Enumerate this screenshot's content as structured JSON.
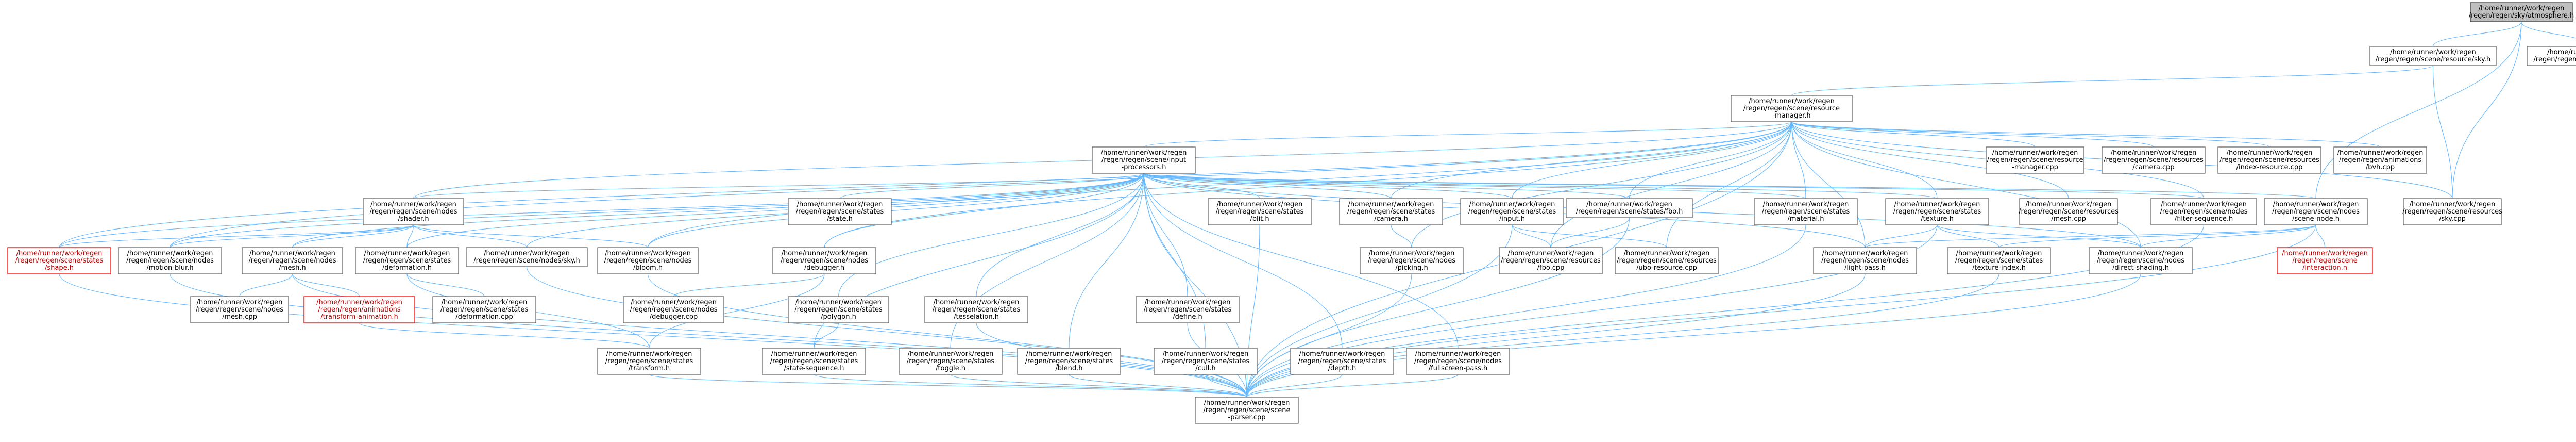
{
  "graph": {
    "colors": {
      "edge": "#63b8ff",
      "node_border": "#666666",
      "root_fill": "#bfbfbf",
      "highlight_border": "#ff0000",
      "highlight_text": "#bf0000"
    },
    "nodes": [
      {
        "id": "root",
        "lines": [
          "/home/runner/work/regen",
          "/regen/regen/sky/atmosphere.h"
        ],
        "style": "root"
      },
      {
        "id": "sky_h",
        "lines": [
          "/home/runner/work/regen",
          "/regen/regen/scene/resource/sky.h"
        ]
      },
      {
        "id": "atmo_cpp",
        "lines": [
          "/home/runner/work/regen",
          "/regen/regen/sky/atmosphere.cpp"
        ]
      },
      {
        "id": "rm_h",
        "lines": [
          "/home/runner/work/regen",
          "/regen/regen/scene/resource",
          "-manager.h"
        ]
      },
      {
        "id": "ip_h",
        "lines": [
          "/home/runner/work/regen",
          "/regen/regen/scene/input",
          "-processors.h"
        ]
      },
      {
        "id": "rm_cpp",
        "lines": [
          "/home/runner/work/regen",
          "/regen/regen/scene/resource",
          "-manager.cpp"
        ]
      },
      {
        "id": "cam_cpp",
        "lines": [
          "/home/runner/work/regen",
          "/regen/regen/scene/resources",
          "/camera.cpp"
        ]
      },
      {
        "id": "idx_cpp",
        "lines": [
          "/home/runner/work/regen",
          "/regen/regen/scene/resources",
          "/index-resource.cpp"
        ]
      },
      {
        "id": "bvh_cpp",
        "lines": [
          "/home/runner/work/regen",
          "/regen/regen/animations",
          "/bvh.cpp"
        ]
      },
      {
        "id": "sky_cpp",
        "lines": [
          "/home/runner/work/regen",
          "/regen/regen/scene/resources",
          "/sky.cpp"
        ]
      },
      {
        "id": "shader_h",
        "lines": [
          "/home/runner/work/regen",
          "/regen/regen/scene/nodes",
          "/shader.h"
        ]
      },
      {
        "id": "st_state_h",
        "lines": [
          "/home/runner/work/regen",
          "/regen/regen/scene/states",
          "/state.h"
        ]
      },
      {
        "id": "blit_h",
        "lines": [
          "/home/runner/work/regen",
          "/regen/regen/scene/states",
          "/blit.h"
        ]
      },
      {
        "id": "camera_h",
        "lines": [
          "/home/runner/work/regen",
          "/regen/regen/scene/states",
          "/camera.h"
        ]
      },
      {
        "id": "input_h",
        "lines": [
          "/home/runner/work/regen",
          "/regen/regen/scene/states",
          "/input.h"
        ]
      },
      {
        "id": "fbo_h",
        "lines": [
          "/home/runner/work/regen",
          "/regen/regen/scene/states/fbo.h"
        ]
      },
      {
        "id": "material_h",
        "lines": [
          "/home/runner/work/regen",
          "/regen/regen/scene/states",
          "/material.h"
        ]
      },
      {
        "id": "texture_h",
        "lines": [
          "/home/runner/work/regen",
          "/regen/regen/scene/states",
          "/texture.h"
        ]
      },
      {
        "id": "mesh_cpp",
        "lines": [
          "/home/runner/work/regen",
          "/regen/regen/scene/resources",
          "/mesh.cpp"
        ]
      },
      {
        "id": "filter_h",
        "lines": [
          "/home/runner/work/regen",
          "/regen/regen/scene/nodes",
          "/filter-sequence.h"
        ]
      },
      {
        "id": "scenenode_h",
        "lines": [
          "/home/runner/work/regen",
          "/regen/regen/scene/nodes",
          "/scene-node.h"
        ]
      },
      {
        "id": "shape_h",
        "lines": [
          "/home/runner/work/regen",
          "/regen/regen/scene/states",
          "/shape.h"
        ],
        "style": "red"
      },
      {
        "id": "motionblur_h",
        "lines": [
          "/home/runner/work/regen",
          "/regen/regen/scene/nodes",
          "/motion-blur.h"
        ]
      },
      {
        "id": "mesh_h",
        "lines": [
          "/home/runner/work/regen",
          "/regen/regen/scene/nodes",
          "/mesh.h"
        ]
      },
      {
        "id": "deform_h",
        "lines": [
          "/home/runner/work/regen",
          "/regen/regen/scene/states",
          "/deformation.h"
        ]
      },
      {
        "id": "skynode_h",
        "lines": [
          "/home/runner/work/regen",
          "/regen/regen/scene/nodes/sky.h"
        ]
      },
      {
        "id": "bloom_h",
        "lines": [
          "/home/runner/work/regen",
          "/regen/regen/scene/nodes",
          "/bloom.h"
        ]
      },
      {
        "id": "debugger_h",
        "lines": [
          "/home/runner/work/regen",
          "/regen/regen/scene/nodes",
          "/debugger.h"
        ]
      },
      {
        "id": "picking_h",
        "lines": [
          "/home/runner/work/regen",
          "/regen/regen/scene/nodes",
          "/picking.h"
        ]
      },
      {
        "id": "fbo_cpp",
        "lines": [
          "/home/runner/work/regen",
          "/regen/regen/scene/resources",
          "/fbo.cpp"
        ]
      },
      {
        "id": "ubo_cpp",
        "lines": [
          "/home/runner/work/regen",
          "/regen/regen/scene/resources",
          "/ubo-resource.cpp"
        ]
      },
      {
        "id": "lightpass_h",
        "lines": [
          "/home/runner/work/regen",
          "/regen/regen/scene/nodes",
          "/light-pass.h"
        ]
      },
      {
        "id": "texidx_h",
        "lines": [
          "/home/runner/work/regen",
          "/regen/regen/scene/states",
          "/texture-index.h"
        ]
      },
      {
        "id": "direct_h",
        "lines": [
          "/home/runner/work/regen",
          "/regen/regen/scene/nodes",
          "/direct-shading.h"
        ]
      },
      {
        "id": "interaction_h",
        "lines": [
          "/home/runner/work/regen",
          "/regen/regen/scene",
          "/interaction.h"
        ],
        "style": "red"
      },
      {
        "id": "meshnode_cpp",
        "lines": [
          "/home/runner/work/regen",
          "/regen/regen/scene/nodes",
          "/mesh.cpp"
        ]
      },
      {
        "id": "transanim_h",
        "lines": [
          "/home/runner/work/regen",
          "/regen/regen/animations",
          "/transform-animation.h"
        ],
        "style": "red"
      },
      {
        "id": "deform_cpp",
        "lines": [
          "/home/runner/work/regen",
          "/regen/regen/scene/states",
          "/deformation.cpp"
        ]
      },
      {
        "id": "debugger_cpp",
        "lines": [
          "/home/runner/work/regen",
          "/regen/regen/scene/nodes",
          "/debugger.cpp"
        ]
      },
      {
        "id": "polygon_h",
        "lines": [
          "/home/runner/work/regen",
          "/regen/regen/scene/states",
          "/polygon.h"
        ]
      },
      {
        "id": "tess_h",
        "lines": [
          "/home/runner/work/regen",
          "/regen/regen/scene/states",
          "/tesselation.h"
        ]
      },
      {
        "id": "define_h",
        "lines": [
          "/home/runner/work/regen",
          "/regen/regen/scene/states",
          "/define.h"
        ]
      },
      {
        "id": "transform_h",
        "lines": [
          "/home/runner/work/regen",
          "/regen/regen/scene/states",
          "/transform.h"
        ]
      },
      {
        "id": "stateseq_h",
        "lines": [
          "/home/runner/work/regen",
          "/regen/regen/scene/states",
          "/state-sequence.h"
        ]
      },
      {
        "id": "toggle_h",
        "lines": [
          "/home/runner/work/regen",
          "/regen/regen/scene/states",
          "/toggle.h"
        ]
      },
      {
        "id": "blend_h",
        "lines": [
          "/home/runner/work/regen",
          "/regen/regen/scene/states",
          "/blend.h"
        ]
      },
      {
        "id": "cull_h",
        "lines": [
          "/home/runner/work/regen",
          "/regen/regen/scene/states",
          "/cull.h"
        ]
      },
      {
        "id": "depth_h",
        "lines": [
          "/home/runner/work/regen",
          "/regen/regen/scene/states",
          "/depth.h"
        ]
      },
      {
        "id": "fullscreen_h",
        "lines": [
          "/home/runner/work/regen",
          "/regen/regen/scene/nodes",
          "/fullscreen-pass.h"
        ]
      },
      {
        "id": "parser_cpp",
        "lines": [
          "/home/runner/work/regen",
          "/regen/regen/scene/scene",
          "-parser.cpp"
        ]
      }
    ]
  }
}
